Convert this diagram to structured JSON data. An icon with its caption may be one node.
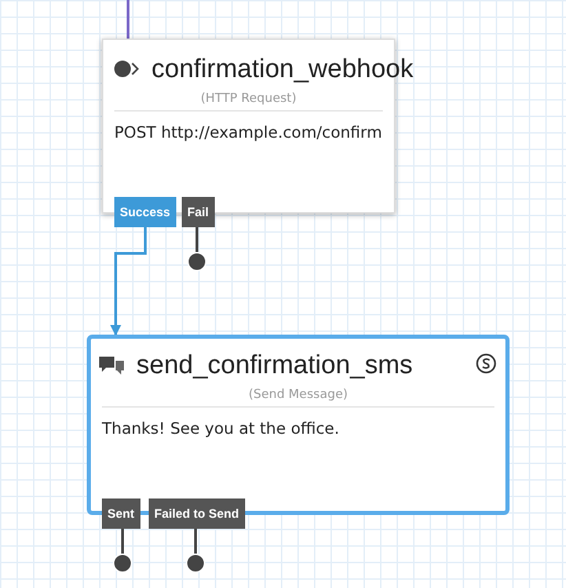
{
  "diagram": {
    "nodes": [
      {
        "text": [
          "confirmation_webhook",
          "(HTTP Request)",
          "POST http://example.com/confirm"
        ]
      },
      {
        "text": [
          "Success"
        ]
      },
      {
        "text": [
          "Fail"
        ]
      },
      {
        "text": [],
        "shape": "circle"
      },
      {
        "text": [
          "send_confirmation_sms",
          "(Send Message)",
          "Thanks! See you at the office."
        ]
      },
      {
        "text": [
          "Sent"
        ]
      },
      {
        "text": [
          "Failed to Send"
        ]
      },
      {
        "text": [],
        "shape": "circle"
      },
      {
        "text": [],
        "shape": "circle"
      }
    ],
    "edges": [
      {
        "from": null,
        "to": 0,
        "arrow": "none",
        "color": "#7b68c8"
      },
      {
        "from": 1,
        "to": 4,
        "arrow": "to",
        "color": "#3d9ad8"
      },
      {
        "from": 2,
        "to": 3,
        "arrow": "none"
      },
      {
        "from": 5,
        "to": 7,
        "arrow": "none"
      },
      {
        "from": 6,
        "to": 8,
        "arrow": "none"
      }
    ]
  }
}
